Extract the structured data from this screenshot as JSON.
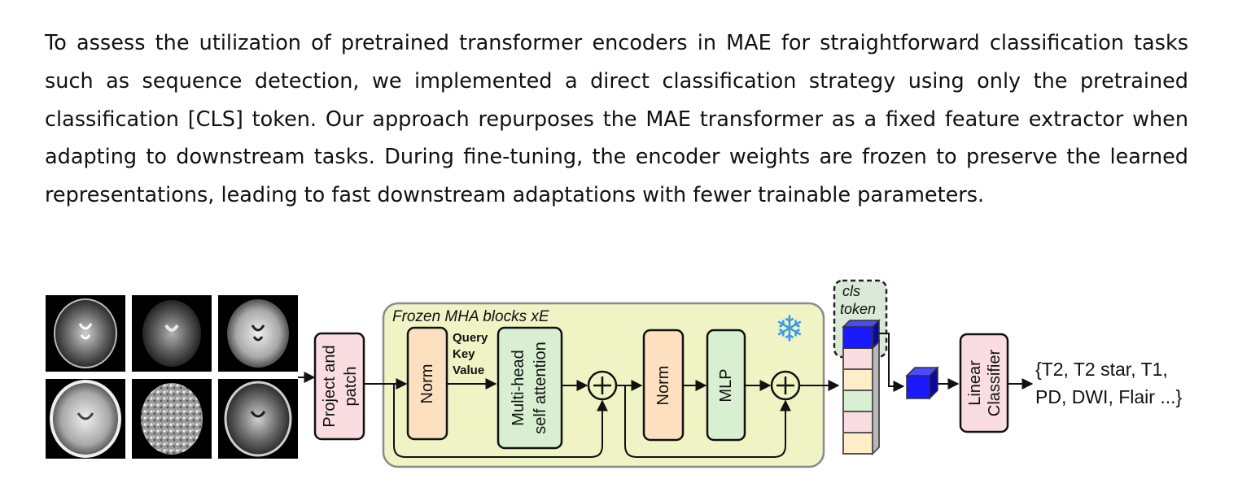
{
  "paragraph": "To assess the utilization of pretrained transformer encoders in MAE for straightforward classification tasks such as sequence detection, we implemented a direct classification strategy using only the pretrained classification [CLS] token. Our approach repurposes the MAE transformer as a fixed feature extractor when adapting to downstream tasks. During fine-tuning, the encoder weights are frozen to preserve the learned representations, leading to fast downstream adaptations with fewer trainable parameters.",
  "figure": {
    "frozen_block_label": "Frozen MHA blocks xE",
    "project_patch": [
      "Project and",
      "patch"
    ],
    "norm1": "Norm",
    "qkv": [
      "Query",
      "Key",
      "Value"
    ],
    "mhsa": [
      "Multi-head",
      "self attention"
    ],
    "norm2": "Norm",
    "mlp": "MLP",
    "cls_token": [
      "cls",
      "token"
    ],
    "classifier": [
      "Linear",
      "Classifier"
    ],
    "output": [
      "{T2, T2 star, T1,",
      "PD, DWI, Flair ...}"
    ],
    "snowflake": "❄",
    "colors": {
      "frozen_bg": "#f0f3c4",
      "pink": "#f9dde0",
      "orange": "#fde0bf",
      "green": "#d8efd2",
      "cls_bg": "#d9ead6",
      "cube": "#1a1aff",
      "snow": "#3b9be6"
    }
  }
}
